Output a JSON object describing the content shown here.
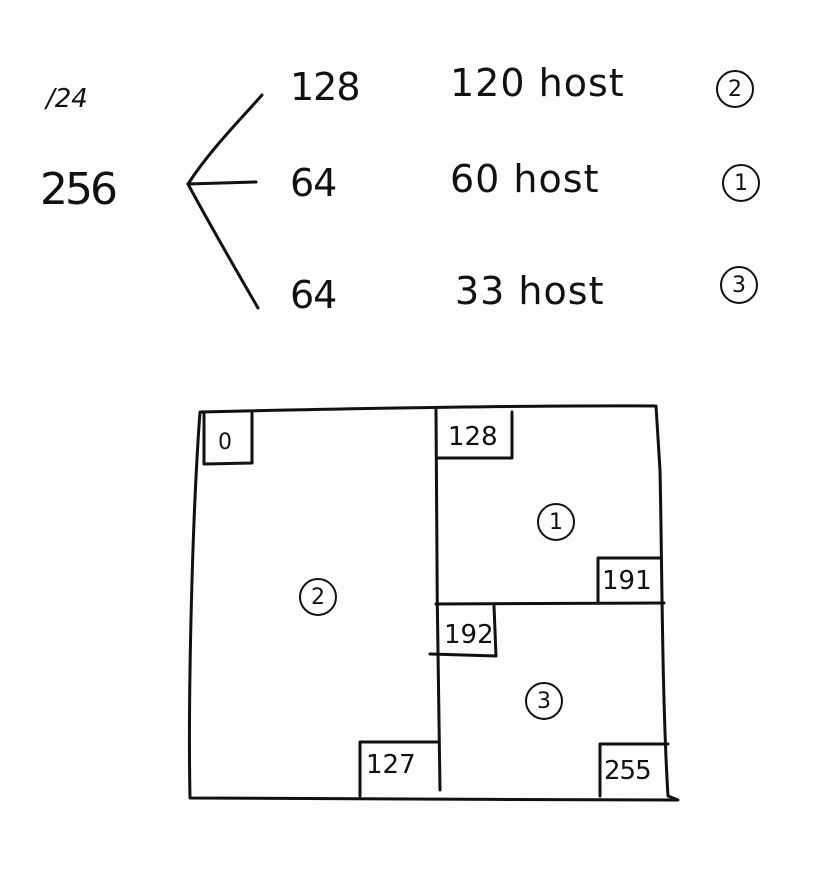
{
  "header": {
    "prefix": "/24",
    "total": "256"
  },
  "subnets": [
    {
      "size": "128",
      "hosts": "120 host",
      "order": "2"
    },
    {
      "size": "64",
      "hosts": "60 host",
      "order": "1"
    },
    {
      "size": "64",
      "hosts": "33 host",
      "order": "3"
    }
  ],
  "diagram": {
    "regions": [
      {
        "label": "2",
        "start": "0",
        "end": "127"
      },
      {
        "label": "1",
        "start": "128",
        "end": "191"
      },
      {
        "label": "3",
        "start": "192",
        "end": "255"
      }
    ]
  }
}
